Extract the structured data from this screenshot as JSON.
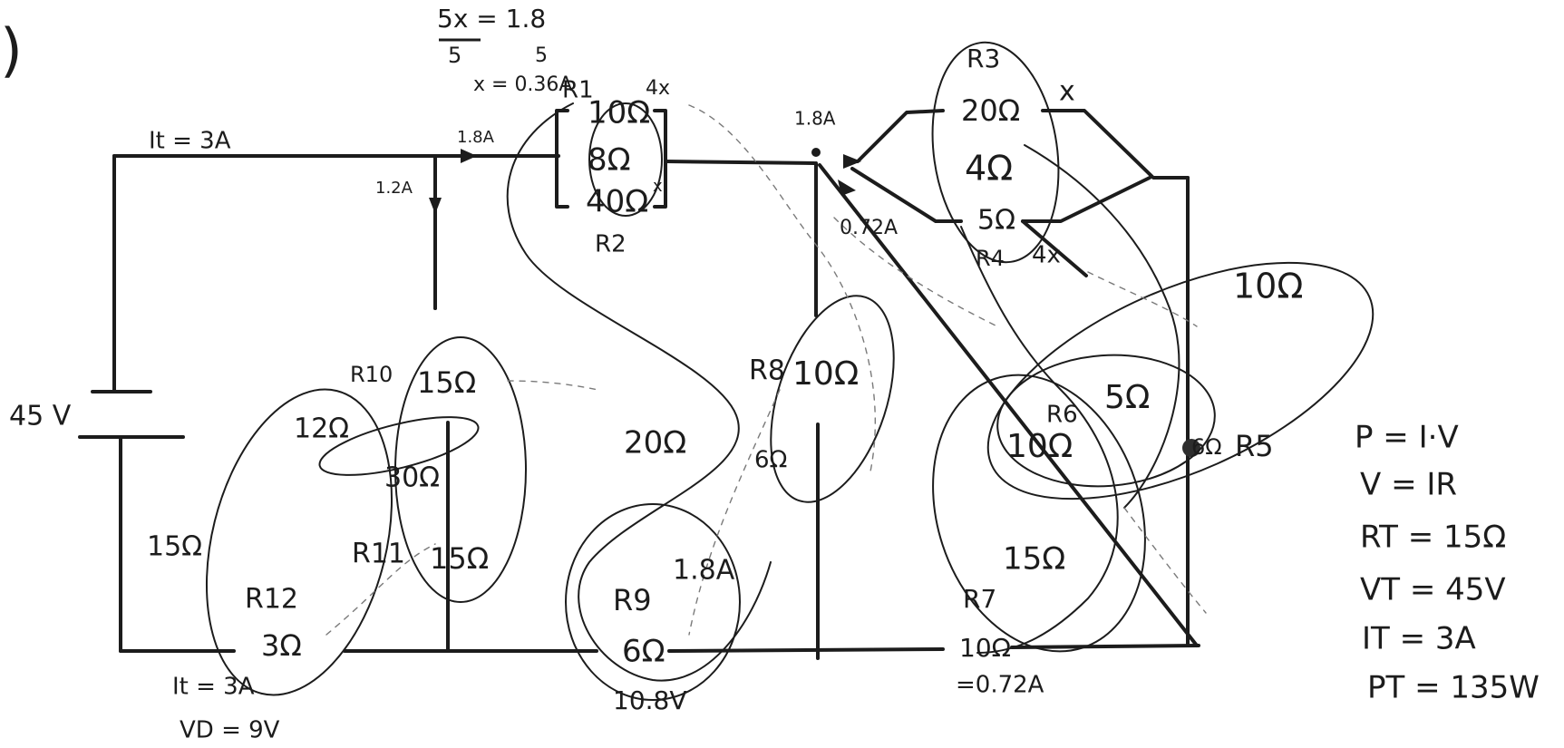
{
  "colors": {
    "ink": "#1c1c1c",
    "paper": "#ffffff",
    "pencil": "#7a7a7a",
    "node": "#2e2e2e"
  },
  "top": {
    "paren": ")",
    "eq_top": "5x = 1.8",
    "eq_den": "5",
    "eq_den2": "5",
    "eq_x": "x = 0.36A"
  },
  "labels": {
    "battery_v": "45 V",
    "it_top": "It = 3A",
    "i_18a_top": "1.8A",
    "i_12a": "1.2A",
    "i_18a_node": "1.8A",
    "i_072a_branch": "0.72A",
    "i_18a_mid": "1.8A",
    "i_072a_bottom": "=0.72A",
    "v_108": "10.8V",
    "it_bottom": "It = 3A",
    "vd": "VD = 9V",
    "x_mark": "x",
    "four_x_r1": "4x",
    "x_mark_r2": "x",
    "four_x_r4": "4x"
  },
  "resistors": {
    "r1_name": "R1",
    "r1_val": "10Ω",
    "mid_val": "8Ω",
    "r2_val": "40Ω",
    "r2_name": "R2",
    "r3_name": "R3",
    "r3_val": "20Ω",
    "r3_4_val": "4Ω",
    "r4_val": "5Ω",
    "r4_name": "R4",
    "r8_name": "R8",
    "r8_val": "10Ω",
    "mid20": "20Ω",
    "mid6": "6Ω",
    "r9_name": "R9",
    "r9_val": "6Ω",
    "r10_name": "R10",
    "r10_val": "15Ω",
    "r12_val": "12Ω",
    "r11_30": "30Ω",
    "r11_name": "R11",
    "r11_val": "15Ω",
    "left15": "15Ω",
    "r12_name": "R12",
    "r12_bottom": "3Ω",
    "big10": "10Ω",
    "r6_10": "10Ω",
    "r6_name": "R6",
    "r5_5": "5Ω",
    "r5_6": "6Ω",
    "r5_name": "R5",
    "c15": "15Ω",
    "r7_name": "R7",
    "r7_val": "10Ω"
  },
  "formulas": {
    "p": "P = I·V",
    "v": "V = IR",
    "rt": "RT = 15Ω",
    "vt": "VT = 45V",
    "it": "IT = 3A",
    "pt": "PT = 135W"
  }
}
